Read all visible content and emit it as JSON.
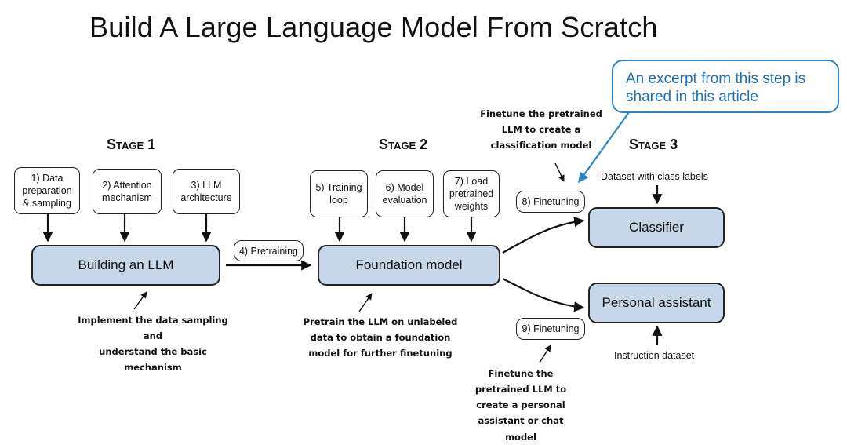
{
  "title": "Build A Large Language Model From Scratch",
  "stages": {
    "s1": "Stage 1",
    "s2": "Stage 2",
    "s3": "Stage 3"
  },
  "steps": {
    "data_prep": "1) Data\npreparation\n& sampling",
    "attention": "2) Attention\nmechanism",
    "architecture": "3) LLM\narchitecture",
    "pretraining": "4) Pretraining",
    "training_loop": "5) Training\nloop",
    "model_eval": "6) Model\nevaluation",
    "load_weights": "7) Load\npretrained\nweights",
    "finetune8": "8) Finetuning",
    "finetune9": "9) Finetuning"
  },
  "boxes": {
    "building": "Building an LLM",
    "foundation": "Foundation model",
    "classifier": "Classifier",
    "assistant": "Personal assistant"
  },
  "notes": {
    "stage1": "Implement the data sampling and\nunderstand the basic mechanism",
    "stage2": "Pretrain the LLM on unlabeled\ndata to obtain a foundation\nmodel for further finetuning",
    "classification": "Finetune the pretrained\nLLM to create a\nclassification model",
    "assistant": "Finetune the\npretrained LLM to\ncreate a personal\nassistant or chat model"
  },
  "datasets": {
    "class_labels": "Dataset with class labels",
    "instruction": "Instruction dataset"
  },
  "callout": "An excerpt from this step is shared in this article",
  "colors": {
    "box_fill": "#c5d7e9",
    "callout_border": "#2a86c8",
    "callout_text": "#1f6fb4"
  }
}
